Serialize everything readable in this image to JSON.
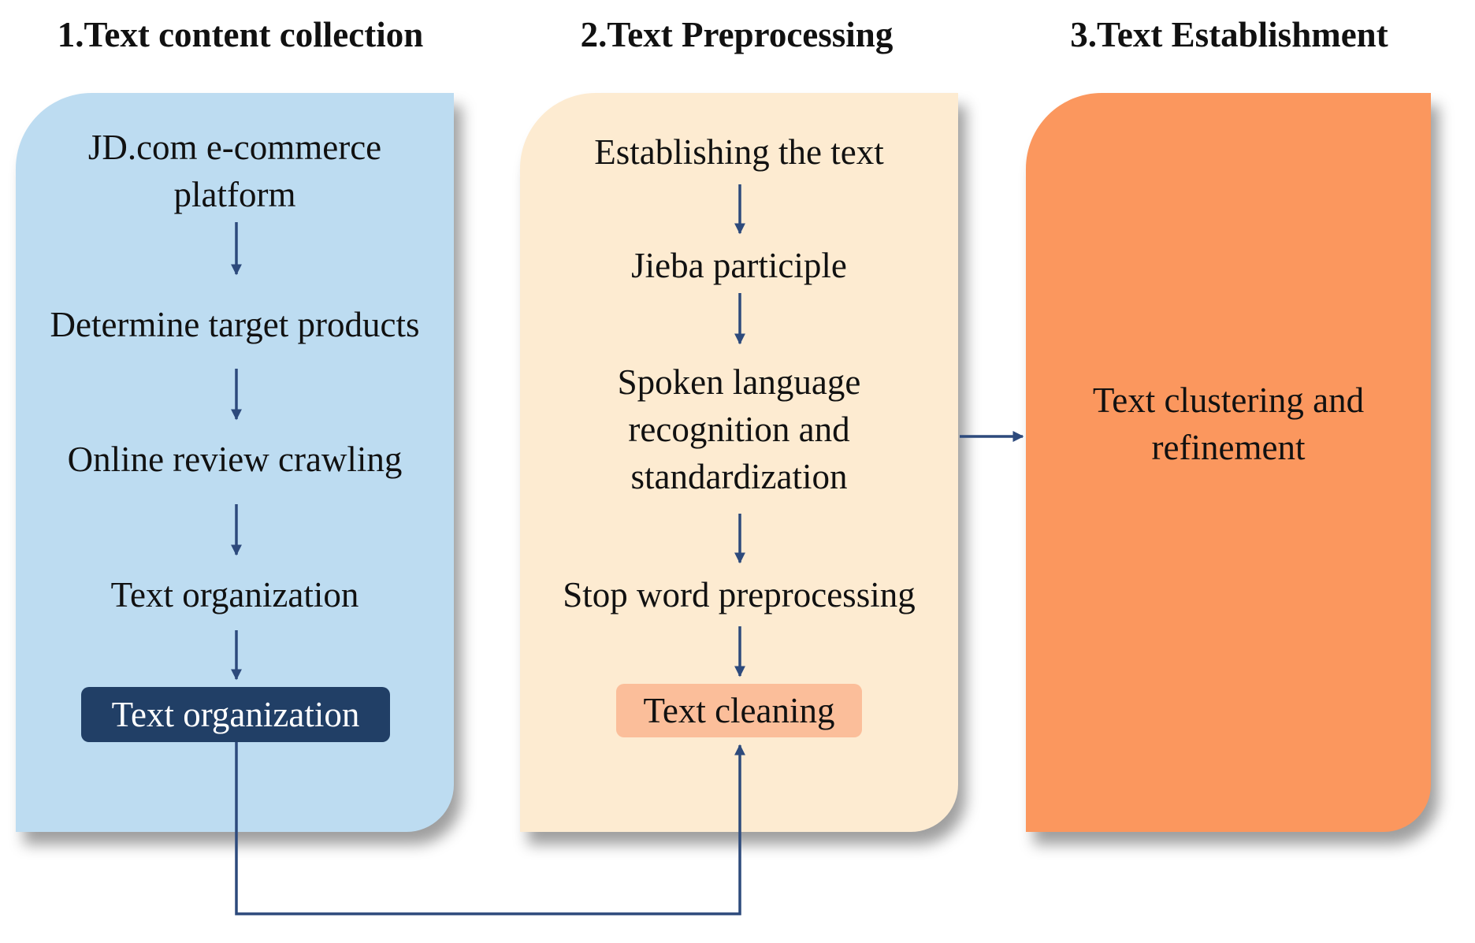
{
  "titles": {
    "col1": "1.Text content collection",
    "col2": "2.Text Preprocessing",
    "col3": "3.Text Establishment"
  },
  "col1": {
    "step1_line1": "JD.com e-commerce",
    "step1_line2": "platform",
    "step2": "Determine target products",
    "step3": "Online review crawling",
    "step4": "Text organization",
    "step5": "Text organization"
  },
  "col2": {
    "step1": "Establishing the text",
    "step2": "Jieba participle",
    "step3_line1": "Spoken language",
    "step3_line2": "recognition and",
    "step3_line3": "standardization",
    "step4": "Stop word preprocessing",
    "step5": "Text cleaning"
  },
  "col3": {
    "line1": "Text clustering and",
    "line2": "refinement"
  },
  "colors": {
    "panel1": "#bddcf1",
    "panel2": "#fdebd1",
    "panel3": "#fb975e",
    "dark_box": "#213f66",
    "light_box": "#fbbe9a",
    "arrow": "#2d4a7c"
  }
}
